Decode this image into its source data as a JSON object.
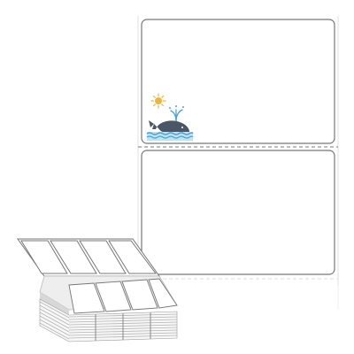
{
  "product": {
    "labels_across": 1,
    "labels_per_sheet": 2,
    "fanfold_stack": {
      "columns": 4
    },
    "printed_icon": "whale-logo-icon",
    "cut_line": "perforation-dashed-line"
  },
  "colors": {
    "label_border": "#777777",
    "sheet_edge": "#e6e6e6",
    "perforation": "#777777",
    "whale": "#4a5566",
    "sun": "#f2b33d",
    "water": "#4aa3d8",
    "water_light": "#bfe3f4",
    "stack_paper": "#f7f7f7",
    "stack_shadow": "#b5b5b5"
  }
}
